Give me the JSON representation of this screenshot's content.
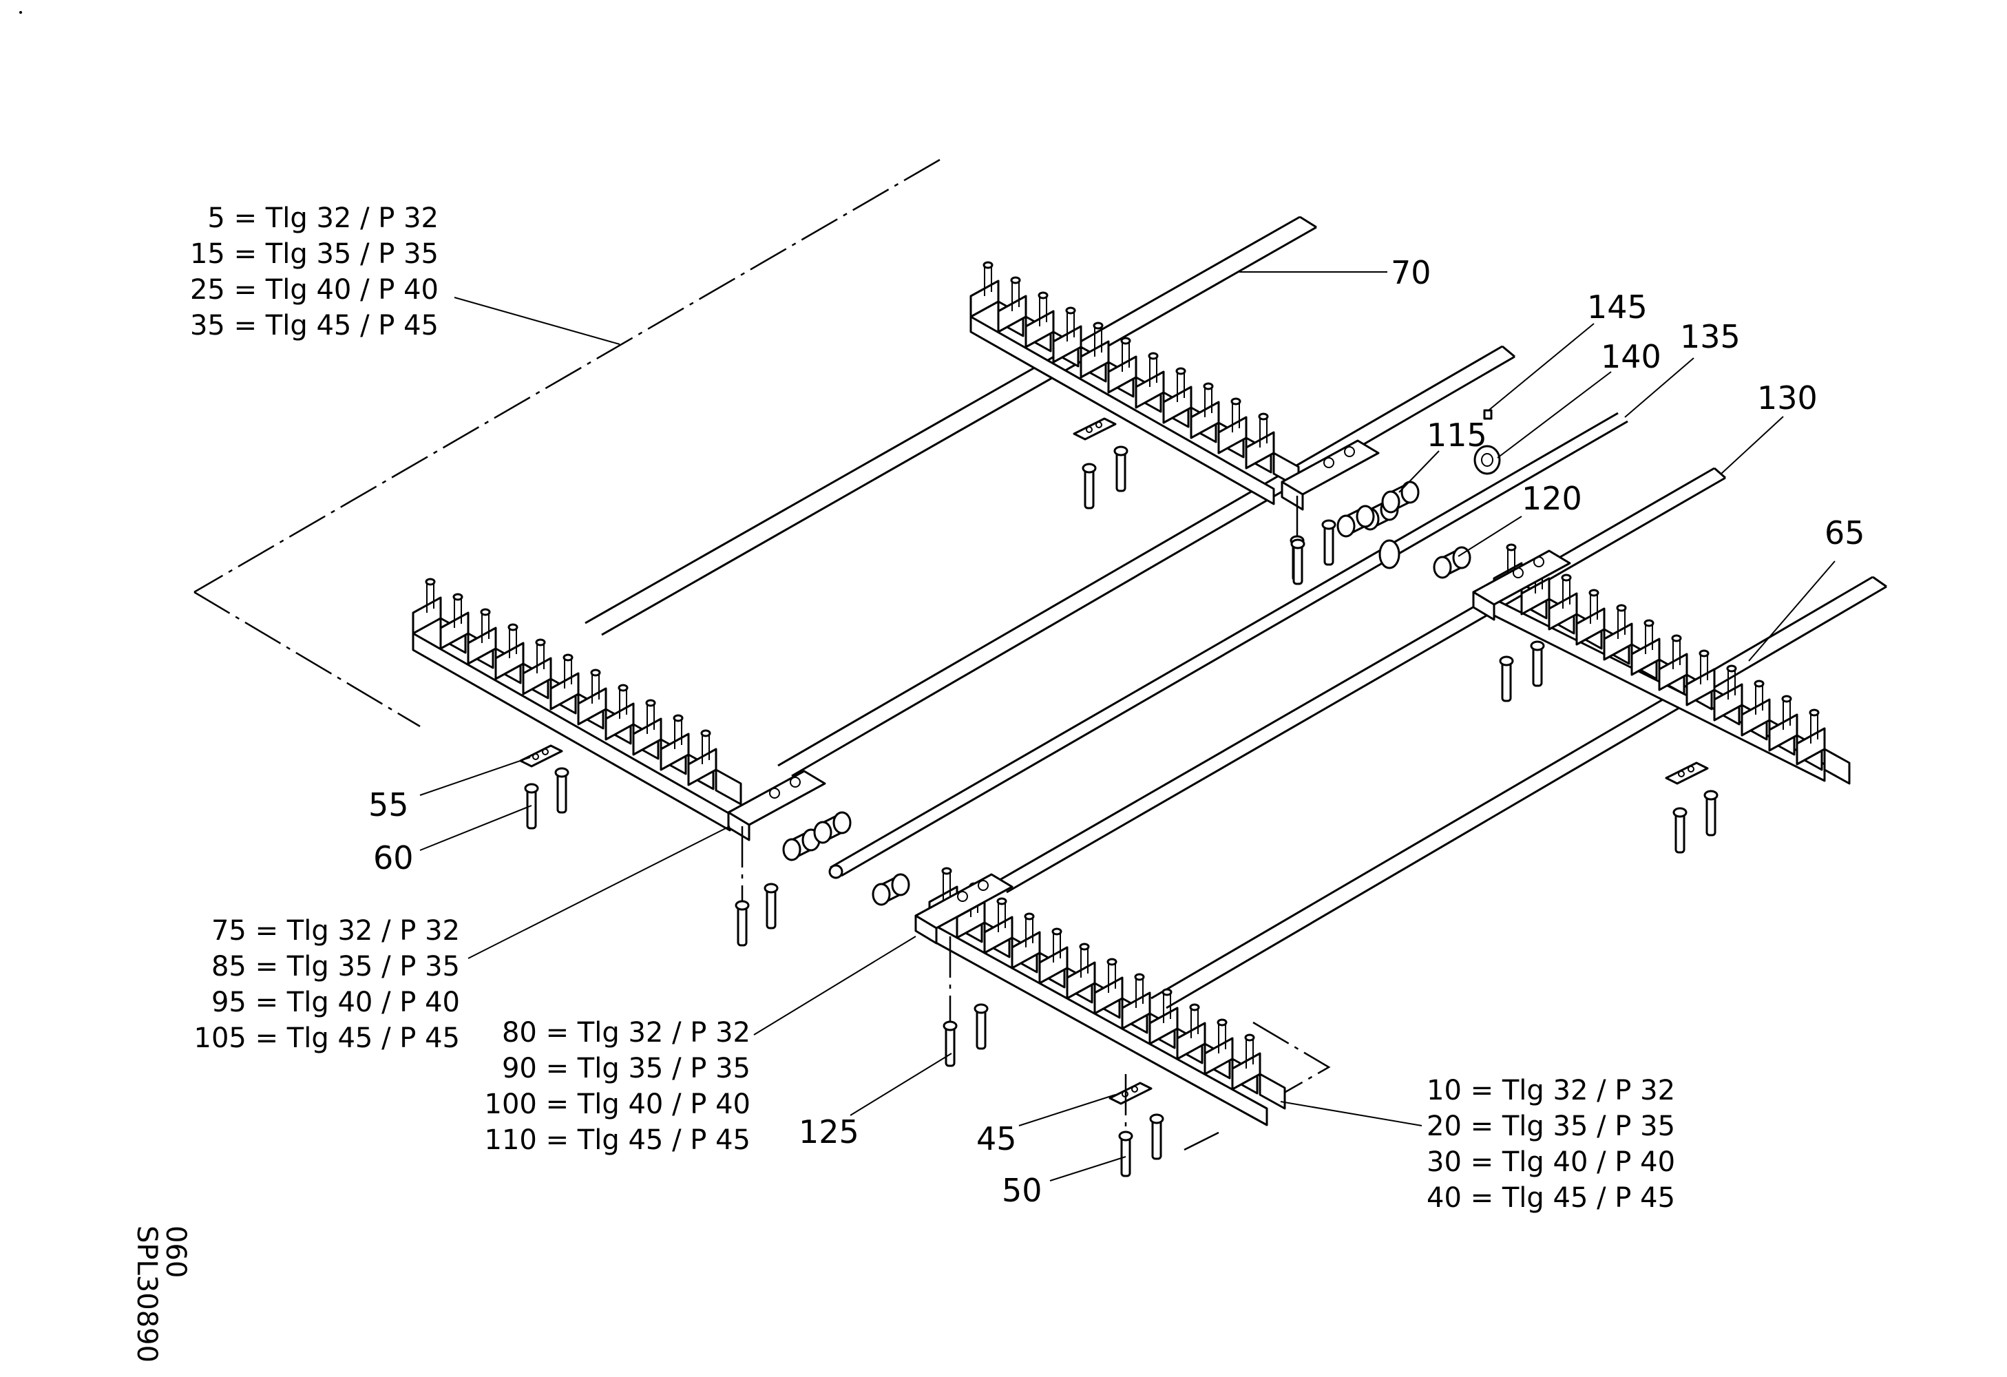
{
  "callouts": {
    "c70": "70",
    "c145": "145",
    "c140": "140",
    "c135": "135",
    "c115": "115",
    "c130": "130",
    "c120": "120",
    "c65": "65",
    "c55": "55",
    "c60": "60",
    "c125": "125",
    "c45": "45",
    "c50": "50"
  },
  "variant_tables": {
    "top_left": [
      "5 = Tlg 32 / P 32",
      "15 = Tlg 35 / P 35",
      "25 = Tlg 40 / P 40",
      "35 = Tlg 45 / P 45"
    ],
    "mid_left": [
      "75 = Tlg 32 / P 32",
      "85 = Tlg 35 / P 35",
      "95 = Tlg 40 / P 40",
      "105 = Tlg 45 / P 45"
    ],
    "mid_center": [
      "80 = Tlg 32 / P 32",
      "90 = Tlg 35 / P 35",
      "100 = Tlg 40 / P 40",
      "110 = Tlg 45 / P 45"
    ],
    "bottom_right": [
      "10 = Tlg 32 / P 32",
      "20 = Tlg 35 / P 35",
      "30 = Tlg 40 / P 40",
      "40 = Tlg 45 / P 45"
    ]
  },
  "drawing_id": {
    "line1": "SPL30890",
    "line2": "060"
  }
}
